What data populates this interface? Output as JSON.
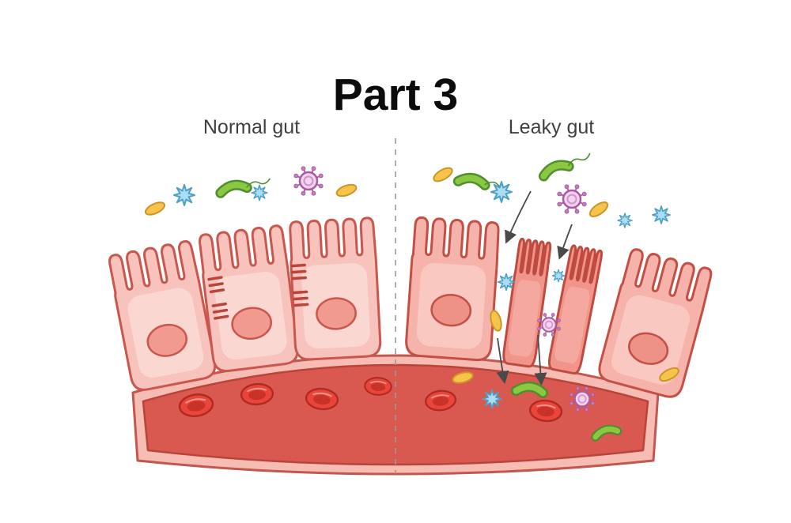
{
  "title": "Part 3",
  "labels": {
    "left": "Normal gut",
    "right": "Leaky gut"
  },
  "diagram": {
    "type": "medical-illustration",
    "subject": "intestinal epithelium comparison: normal gut with tight junctions vs leaky gut with open junctions letting bacteria, viruses, antigens and particles pass into the blood vessel"
  },
  "colors": {
    "cell_pink": "#F8C3BC",
    "cell_shade": "#FBD7D2",
    "cell_outline": "#C9574D",
    "nucleus": "#F09A90",
    "vessel_wall": "#F7BDB5",
    "vessel_lumen": "#D95850",
    "rbc_red": "#E9453B",
    "bacteria_green": "#8BC740",
    "virus_purple": "#A75BA1",
    "antigen_blue": "#ABDDF2",
    "particle_yellow": "#F6C44A",
    "divider_gray": "#9a9a9a",
    "arrow_gray": "#4a4a4a"
  }
}
